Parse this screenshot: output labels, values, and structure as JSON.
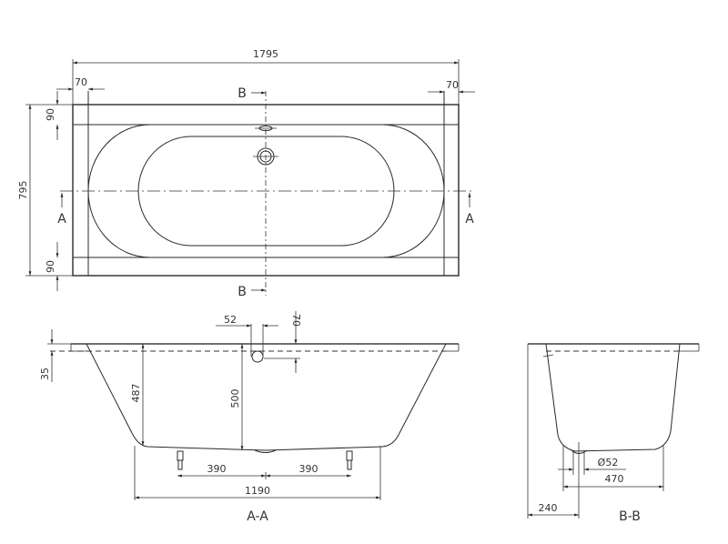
{
  "drawing": {
    "title": "Bathtub technical drawing",
    "plan_view": {
      "overall_length": "1795",
      "overall_width": "795",
      "left_rim": "70",
      "right_rim": "70",
      "top_rim": "90",
      "bottom_rim": "90",
      "section_a_label": "A",
      "section_b_label": "B"
    },
    "section_aa": {
      "label": "A-A",
      "rim_thickness": "35",
      "overflow_width": "52",
      "overflow_depth": "70",
      "depth_side": "487",
      "depth_center": "500",
      "foot_left_offset": "390",
      "foot_right_offset": "390",
      "bottom_length": "1190"
    },
    "section_bb": {
      "label": "B-B",
      "drain_diameter": "Ø52",
      "bottom_width": "470",
      "drain_offset": "240"
    },
    "colors": {
      "line": "#2a2a2a",
      "background": "#ffffff"
    }
  }
}
